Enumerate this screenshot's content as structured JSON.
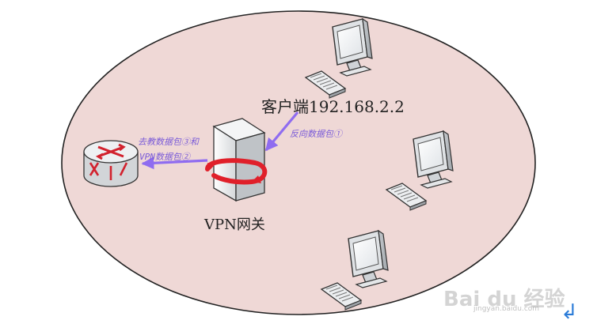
{
  "client": {
    "label": "客户端192.168.2.2"
  },
  "gateway": {
    "label": "VPN网关"
  },
  "packets": {
    "reverse": "反向数据包①",
    "forward_line1": "去教数据包③和",
    "forward_line2": "VPN数据包②"
  },
  "watermark": {
    "logo": "Bai du 经验",
    "sub": "jingyan.baidu.com"
  },
  "return_symbol": "↲",
  "colors": {
    "network_fill": "#efd8d6",
    "arrow": "#8f6cf0",
    "gateway_swirl": "#e0202a",
    "router_arrows": "#d2222e"
  }
}
